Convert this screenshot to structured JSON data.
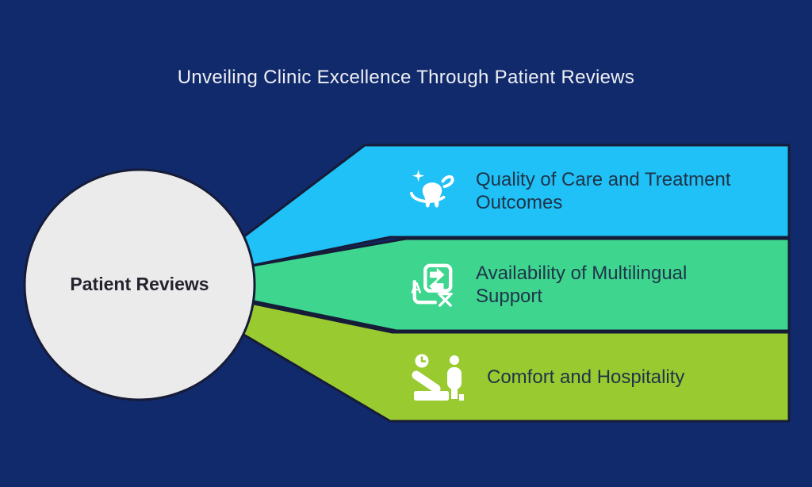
{
  "title": "Unveiling Clinic Excellence Through Patient Reviews",
  "hub": {
    "label": "Patient Reviews"
  },
  "banners": [
    {
      "label": "Quality of Care and Treatment Outcomes",
      "icon": "tooth-orbit-sparkle-icon",
      "color": "#1fc1f6"
    },
    {
      "label": "Availability of Multilingual Support",
      "icon": "translate-icon",
      "color": "#3ed68f"
    },
    {
      "label": "Comfort and Hospitality",
      "icon": "patient-recliner-icon",
      "color": "#99cb30"
    }
  ],
  "colors": {
    "background": "#112a6c",
    "banner_cyan": "#1fc1f6",
    "banner_green": "#3ed68f",
    "banner_lime": "#99cb30",
    "outline": "#161b38",
    "circle_fill": "#ebebeb",
    "banner_text": "#20344a",
    "title_text": "#eef0f4",
    "circle_text": "#23232e"
  }
}
